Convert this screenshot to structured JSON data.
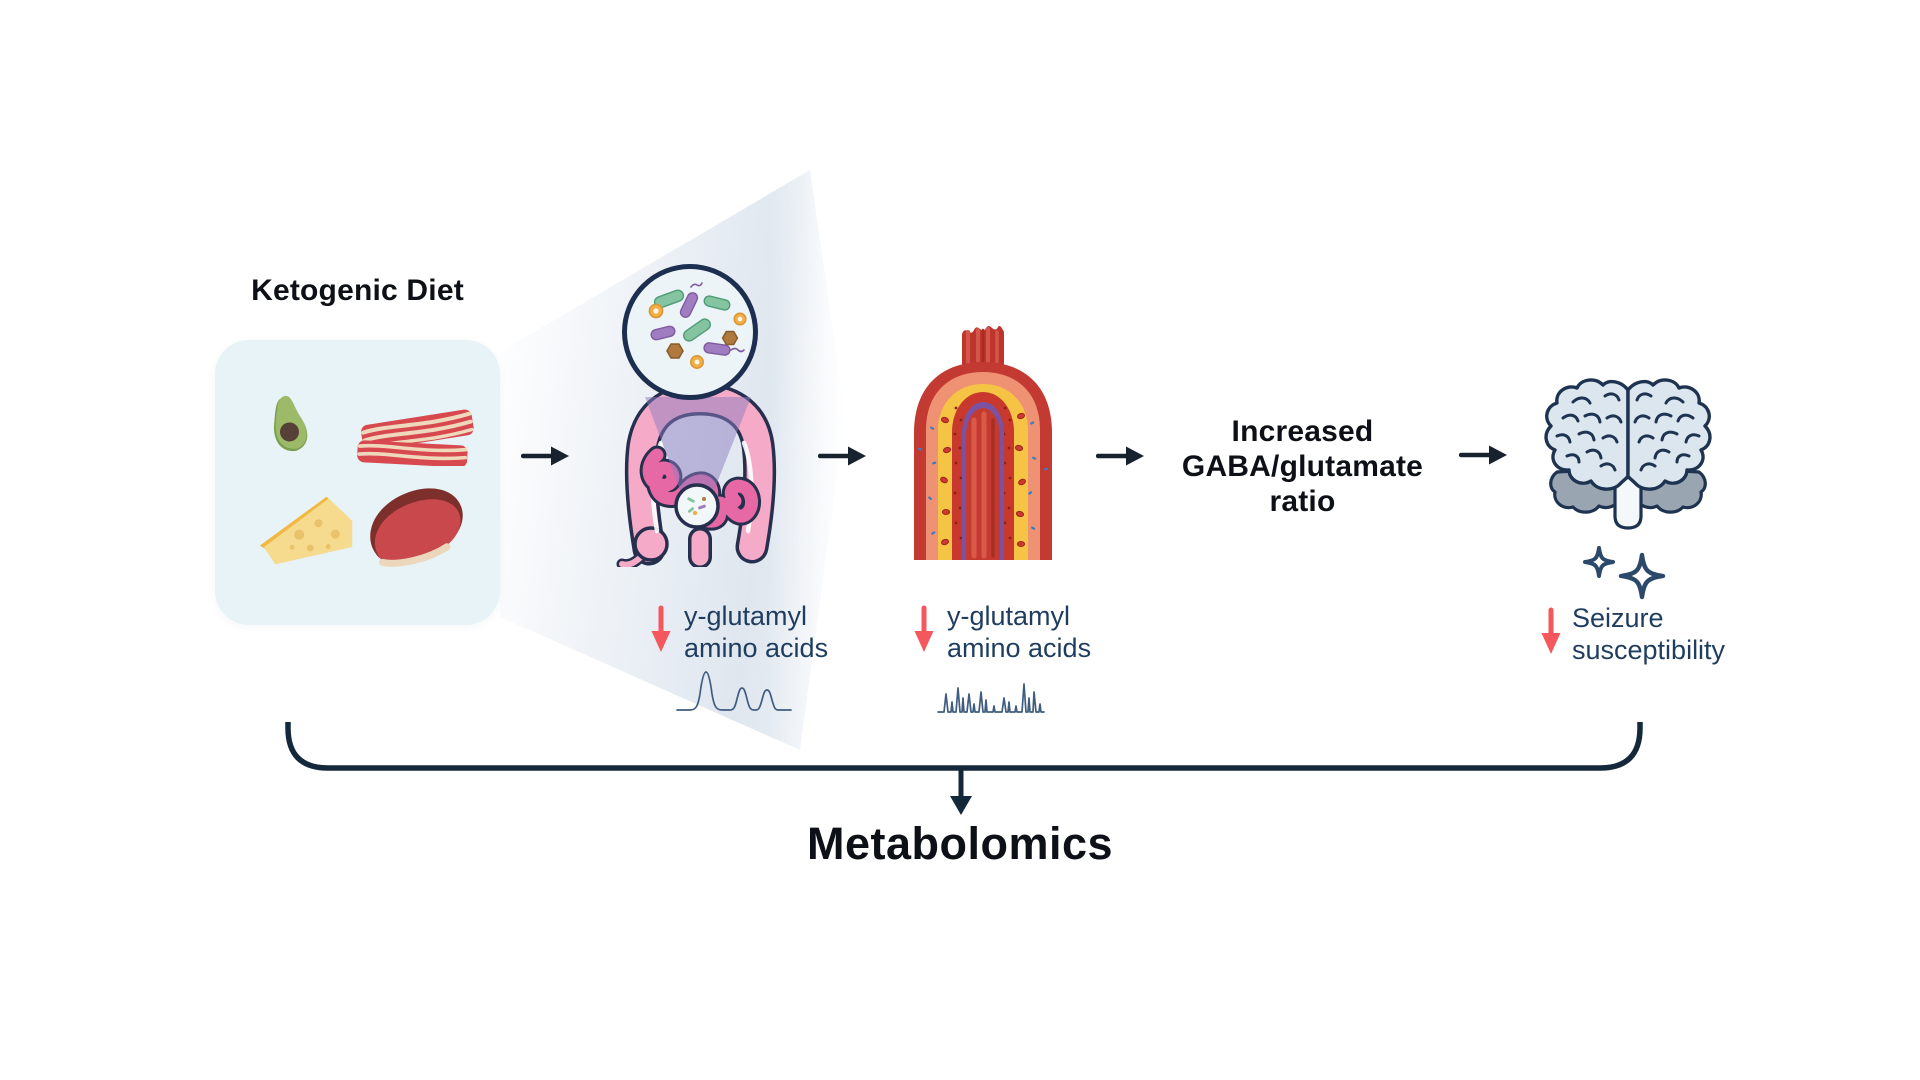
{
  "figure": {
    "title": "Ketogenic Diet",
    "footer_label": "Metabolomics",
    "stages": {
      "diet": {
        "label": "Ketogenic Diet",
        "icons": [
          "avocado",
          "bacon",
          "cheese",
          "ham"
        ]
      },
      "gut": {
        "icon": "gut-microbiome",
        "change": {
          "direction": "decrease",
          "line1": "y-glutamyl",
          "line2": "amino acids",
          "chromatogram": "three-peaks"
        }
      },
      "blood": {
        "icon": "blood-vessel-cross-section",
        "change": {
          "direction": "decrease",
          "line1": "y-glutamyl",
          "line2": "amino acids",
          "chromatogram": "many-peaks"
        }
      },
      "neuro": {
        "line1": "Increased",
        "line2": "GABA/glutamate",
        "line3": "ratio"
      },
      "brain": {
        "icon": "brain",
        "outcome": {
          "direction": "decrease",
          "line1": "Seizure",
          "line2": "susceptibility"
        }
      }
    },
    "colors": {
      "accent_red": "#f4575c",
      "navy_text": "#1f3d5f",
      "ink": "#0d1117",
      "line_navy": "#14283c",
      "box_bg": "#e8f3f8"
    }
  }
}
